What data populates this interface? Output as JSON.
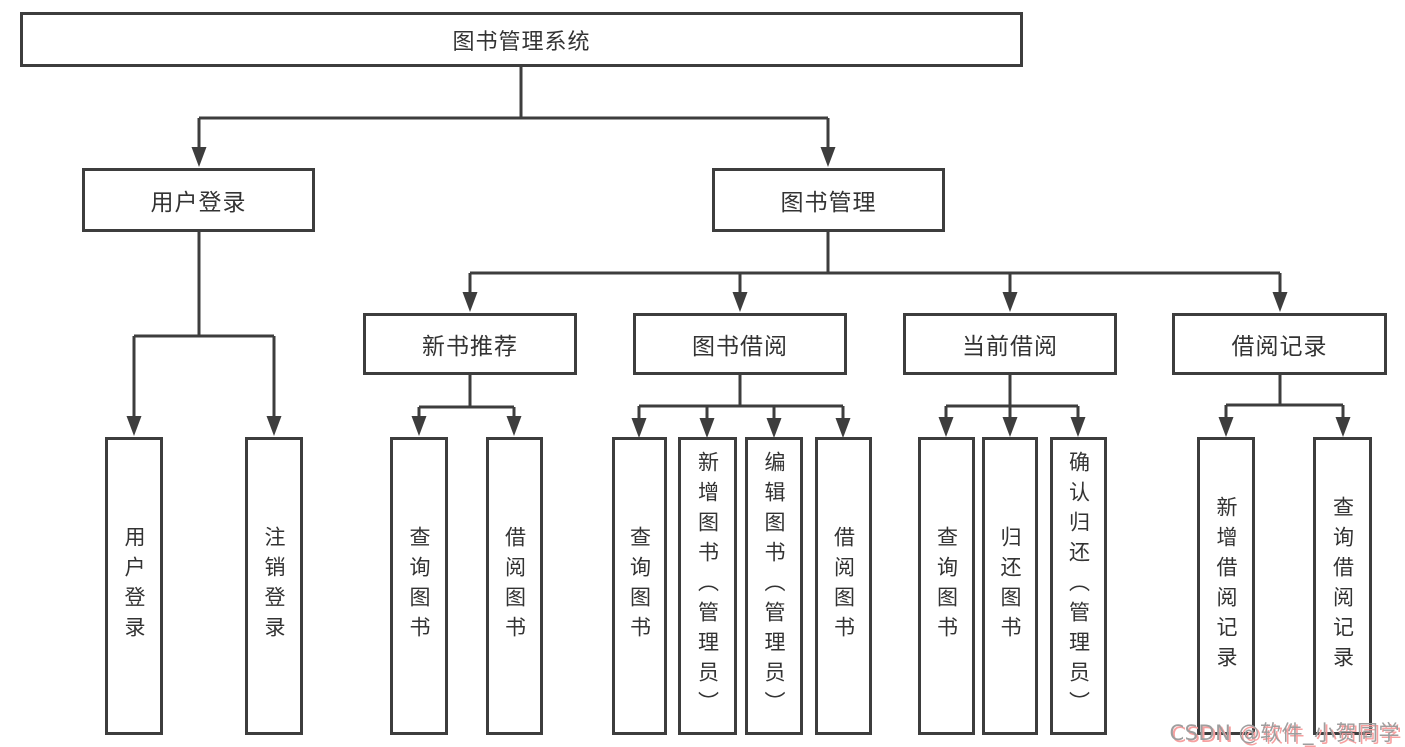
{
  "theme": {
    "line_color": "#3d3d3d",
    "text_color": "#333333",
    "background": "#ffffff"
  },
  "diagram": {
    "nodes": {
      "root": {
        "label": "图书管理系统"
      },
      "user_login": {
        "label": "用户登录"
      },
      "book_management": {
        "label": "图书管理"
      },
      "new_book_recommend": {
        "label": "新书推荐"
      },
      "book_borrow": {
        "label": "图书借阅"
      },
      "current_borrow": {
        "label": "当前借阅"
      },
      "borrow_records": {
        "label": "借阅记录"
      }
    },
    "leaves": [
      {
        "id": "user-login",
        "label": "用户登录"
      },
      {
        "id": "logout",
        "label": "注销登录"
      },
      {
        "id": "query-books-1",
        "label": "查询图书"
      },
      {
        "id": "borrow-books-1",
        "label": "借阅图书"
      },
      {
        "id": "query-books-2",
        "label": "查询图书"
      },
      {
        "id": "add-book-admin",
        "label": "新增图书（管理员）"
      },
      {
        "id": "edit-book-admin",
        "label": "编辑图书（管理员）"
      },
      {
        "id": "borrow-books-2",
        "label": "借阅图书"
      },
      {
        "id": "query-books-3",
        "label": "查询图书"
      },
      {
        "id": "return-books",
        "label": "归还图书"
      },
      {
        "id": "confirm-return-admin",
        "label": "确认归还（管理员）"
      },
      {
        "id": "add-borrow-record",
        "label": "新增借阅记录"
      },
      {
        "id": "query-borrow-record",
        "label": "查询借阅记录"
      }
    ]
  },
  "watermark": {
    "text": "CSDN @软件_小贺同学",
    "color": "#9e9e9e",
    "shadow_color": "#f7a0a0"
  }
}
